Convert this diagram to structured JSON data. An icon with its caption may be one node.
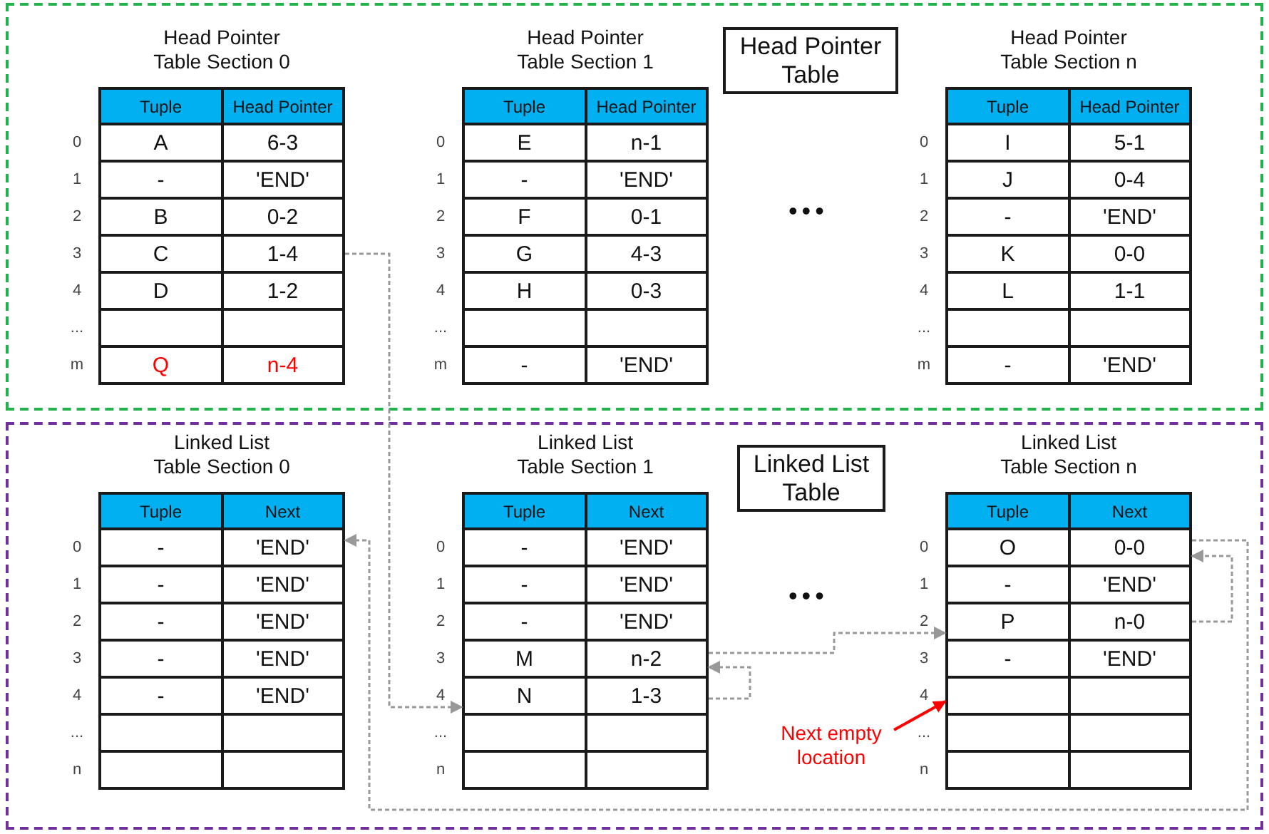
{
  "diagram": {
    "nodes": [
      {
        "text": [],
        "shape": "box"
      },
      {
        "text": [
          "Head Pointer Table Section 0"
        ],
        "in": 0
      },
      {
        "text": [
          "Tuple",
          "Head Pointer"
        ],
        "in": 1
      },
      {
        "text": [
          "A",
          "6-3"
        ],
        "in": 1,
        "beside": [
          "0"
        ]
      },
      {
        "text": [
          "-",
          "'END'"
        ],
        "in": 1,
        "beside": [
          "1"
        ]
      },
      {
        "text": [
          "B",
          "0-2"
        ],
        "in": 1,
        "beside": [
          "2"
        ]
      },
      {
        "text": [
          "C",
          "1-4"
        ],
        "in": 1,
        "beside": [
          "3"
        ]
      },
      {
        "text": [
          "D",
          "1-2"
        ],
        "in": 1,
        "beside": [
          "4"
        ]
      },
      {
        "text": [],
        "shape": "box",
        "in": 1,
        "beside": [
          "..."
        ]
      },
      {
        "text": [
          "Q",
          "n-4"
        ],
        "in": 1,
        "beside": [
          "m"
        ]
      },
      {
        "text": [
          "Head Pointer Table Section 1"
        ],
        "in": 0
      },
      {
        "text": [
          "Tuple",
          "Head Pointer"
        ],
        "in": 10
      },
      {
        "text": [
          "E",
          "n-1"
        ],
        "in": 10,
        "beside": [
          "0"
        ]
      },
      {
        "text": [
          "-",
          "'END'"
        ],
        "in": 10,
        "beside": [
          "1"
        ]
      },
      {
        "text": [
          "F",
          "0-1"
        ],
        "in": 10,
        "beside": [
          "2"
        ]
      },
      {
        "text": [
          "G",
          "4-3"
        ],
        "in": 10,
        "beside": [
          "3"
        ]
      },
      {
        "text": [
          "H",
          "0-3"
        ],
        "in": 10,
        "beside": [
          "4"
        ]
      },
      {
        "text": [],
        "shape": "box",
        "in": 10,
        "beside": [
          "..."
        ]
      },
      {
        "text": [
          "-",
          "'END'"
        ],
        "in": 10,
        "beside": [
          "m"
        ]
      },
      {
        "text": [
          "Head Pointer Table"
        ],
        "in": 0
      },
      {
        "text": [
          "Head Pointer Table Section n"
        ],
        "in": 0
      },
      {
        "text": [
          "Tuple",
          "Head Pointer"
        ],
        "in": 20
      },
      {
        "text": [
          "I",
          "5-1"
        ],
        "in": 20,
        "beside": [
          "0"
        ]
      },
      {
        "text": [
          "J",
          "0-4"
        ],
        "in": 20,
        "beside": [
          "1"
        ]
      },
      {
        "text": [
          "-",
          "'END'"
        ],
        "in": 20,
        "beside": [
          "2"
        ]
      },
      {
        "text": [
          "K",
          "0-0"
        ],
        "in": 20,
        "beside": [
          "3"
        ]
      },
      {
        "text": [
          "L",
          "1-1"
        ],
        "in": 20,
        "beside": [
          "4"
        ]
      },
      {
        "text": [],
        "shape": "box",
        "in": 20,
        "beside": [
          "..."
        ]
      },
      {
        "text": [
          "-",
          "'END'"
        ],
        "in": 20,
        "beside": [
          "m"
        ]
      },
      {
        "text": [],
        "shape": "box"
      },
      {
        "text": [
          "Linked List Table Section 0"
        ],
        "in": 29
      },
      {
        "text": [
          "Tuple",
          "Next"
        ],
        "in": 30
      },
      {
        "text": [
          "-",
          "'END'"
        ],
        "in": 30,
        "beside": [
          "0"
        ]
      },
      {
        "text": [
          "-",
          "'END'"
        ],
        "in": 30,
        "beside": [
          "1"
        ]
      },
      {
        "text": [
          "-",
          "'END'"
        ],
        "in": 30,
        "beside": [
          "2"
        ]
      },
      {
        "text": [
          "-",
          "'END'"
        ],
        "in": 30,
        "beside": [
          "3"
        ]
      },
      {
        "text": [
          "-",
          "'END'"
        ],
        "in": 30,
        "beside": [
          "4"
        ]
      },
      {
        "text": [],
        "shape": "box",
        "in": 30,
        "beside": [
          "..."
        ]
      },
      {
        "text": [],
        "shape": "box",
        "in": 30,
        "beside": [
          "n"
        ]
      },
      {
        "text": [
          "Linked List Table Section 1"
        ],
        "in": 29
      },
      {
        "text": [
          "Tuple",
          "Next"
        ],
        "in": 39
      },
      {
        "text": [
          "-",
          "'END'"
        ],
        "in": 39,
        "beside": [
          "0"
        ]
      },
      {
        "text": [
          "-",
          "'END'"
        ],
        "in": 39,
        "beside": [
          "1"
        ]
      },
      {
        "text": [
          "-",
          "'END'"
        ],
        "in": 39,
        "beside": [
          "2"
        ]
      },
      {
        "text": [
          "M",
          "n-2"
        ],
        "in": 39,
        "beside": [
          "3"
        ]
      },
      {
        "text": [
          "N",
          "1-3"
        ],
        "in": 39,
        "beside": [
          "4"
        ]
      },
      {
        "text": [],
        "shape": "box",
        "in": 39,
        "beside": [
          "..."
        ]
      },
      {
        "text": [],
        "shape": "box",
        "in": 39,
        "beside": [
          "n"
        ]
      },
      {
        "text": [
          "Linked List Table"
        ],
        "in": 29
      },
      {
        "text": [
          "Linked List Table Section n"
        ],
        "in": 29
      },
      {
        "text": [
          "Tuple",
          "Next"
        ],
        "in": 49
      },
      {
        "text": [
          "O",
          "0-0"
        ],
        "in": 49,
        "beside": [
          "0"
        ]
      },
      {
        "text": [
          "-",
          "'END'"
        ],
        "in": 49,
        "beside": [
          "1"
        ]
      },
      {
        "text": [
          "P",
          "n-0"
        ],
        "in": 49,
        "beside": [
          "2"
        ]
      },
      {
        "text": [
          "-",
          "'END'"
        ],
        "in": 49,
        "beside": [
          "3"
        ]
      },
      {
        "text": [],
        "shape": "box",
        "in": 49,
        "beside": [
          "4"
        ]
      },
      {
        "text": [],
        "shape": "box",
        "in": 49,
        "beside": [
          "..."
        ]
      },
      {
        "text": [],
        "shape": "box",
        "in": 49,
        "beside": [
          "n"
        ]
      },
      {
        "text": [
          "Next empty location"
        ],
        "in": 29
      }
    ],
    "edges": [
      {
        "from": 6,
        "to": 45,
        "arrow": "to",
        "style": "dashed"
      },
      {
        "from": 45,
        "to": 44,
        "arrow": "to",
        "style": "dashed"
      },
      {
        "from": 44,
        "to": 53,
        "arrow": "to",
        "style": "dashed"
      },
      {
        "from": 53,
        "to": 51,
        "arrow": "to",
        "style": "dashed"
      },
      {
        "from": 51,
        "to": 32,
        "arrow": "to",
        "style": "dashed"
      },
      {
        "from": 58,
        "to": 55,
        "arrow": "to",
        "color": "#ff0000"
      }
    ],
    "labels": [
      "•••",
      "•••"
    ]
  }
}
